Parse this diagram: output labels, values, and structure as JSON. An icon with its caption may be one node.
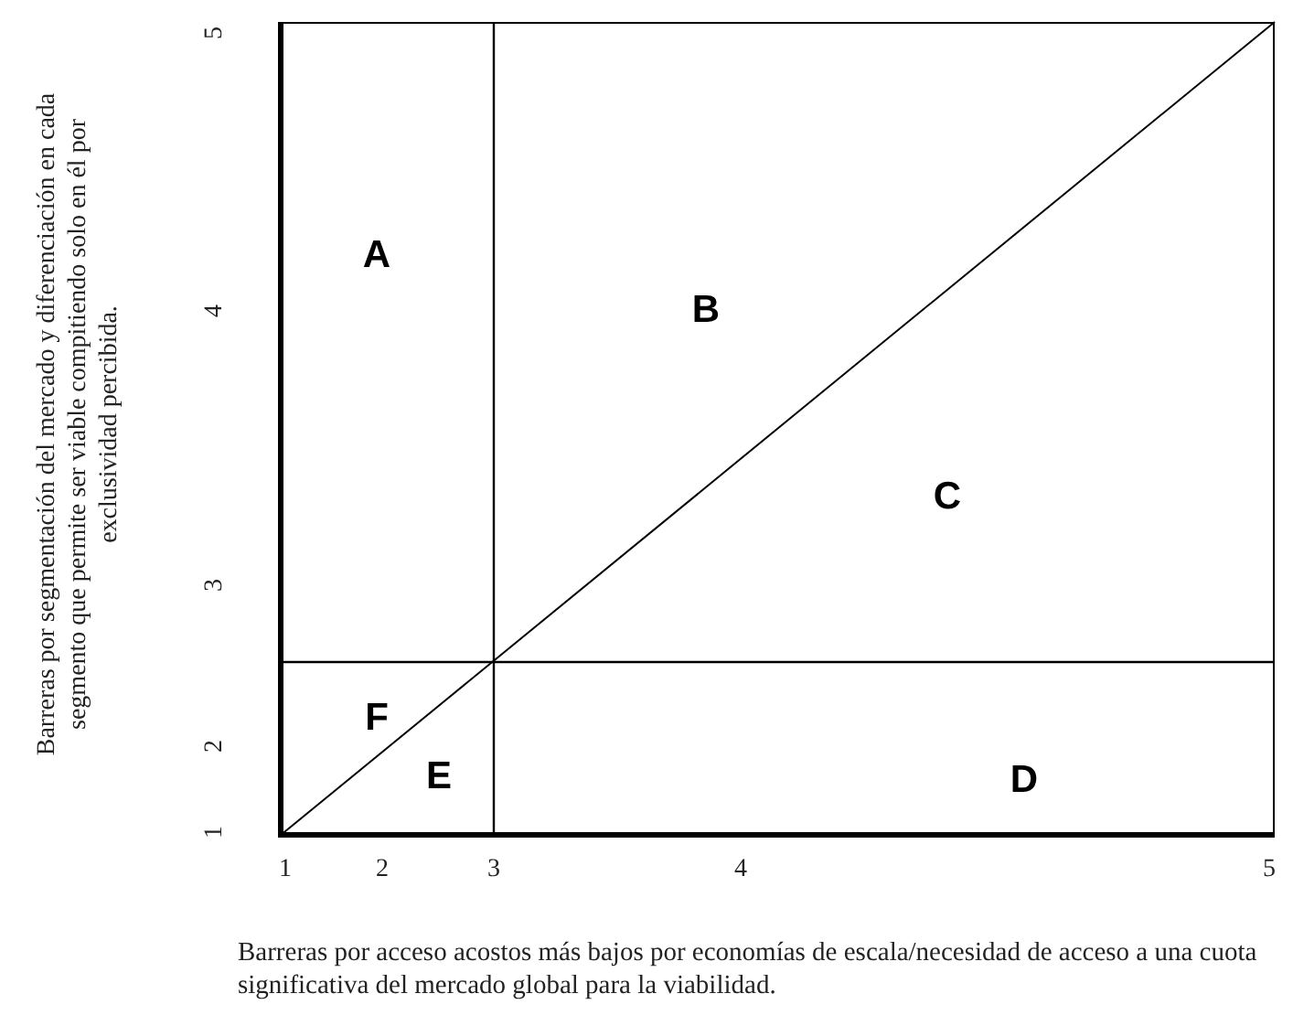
{
  "diagram": {
    "labels": [
      "Barreras por segmentación del mercado y diferenciación en cada segmento que permite ser viable compitiendo solo en él por exclusividad percibida.",
      "5",
      "4",
      "3",
      "2",
      "1",
      "A",
      "B",
      "C",
      "F",
      "E",
      "D",
      "1",
      "2",
      "3",
      "4",
      "5",
      "Barreras por acceso acostos más bajos por economías de escala/necesidad de acceso a una cuota significativa del mercado global para la viabilidad."
    ]
  }
}
